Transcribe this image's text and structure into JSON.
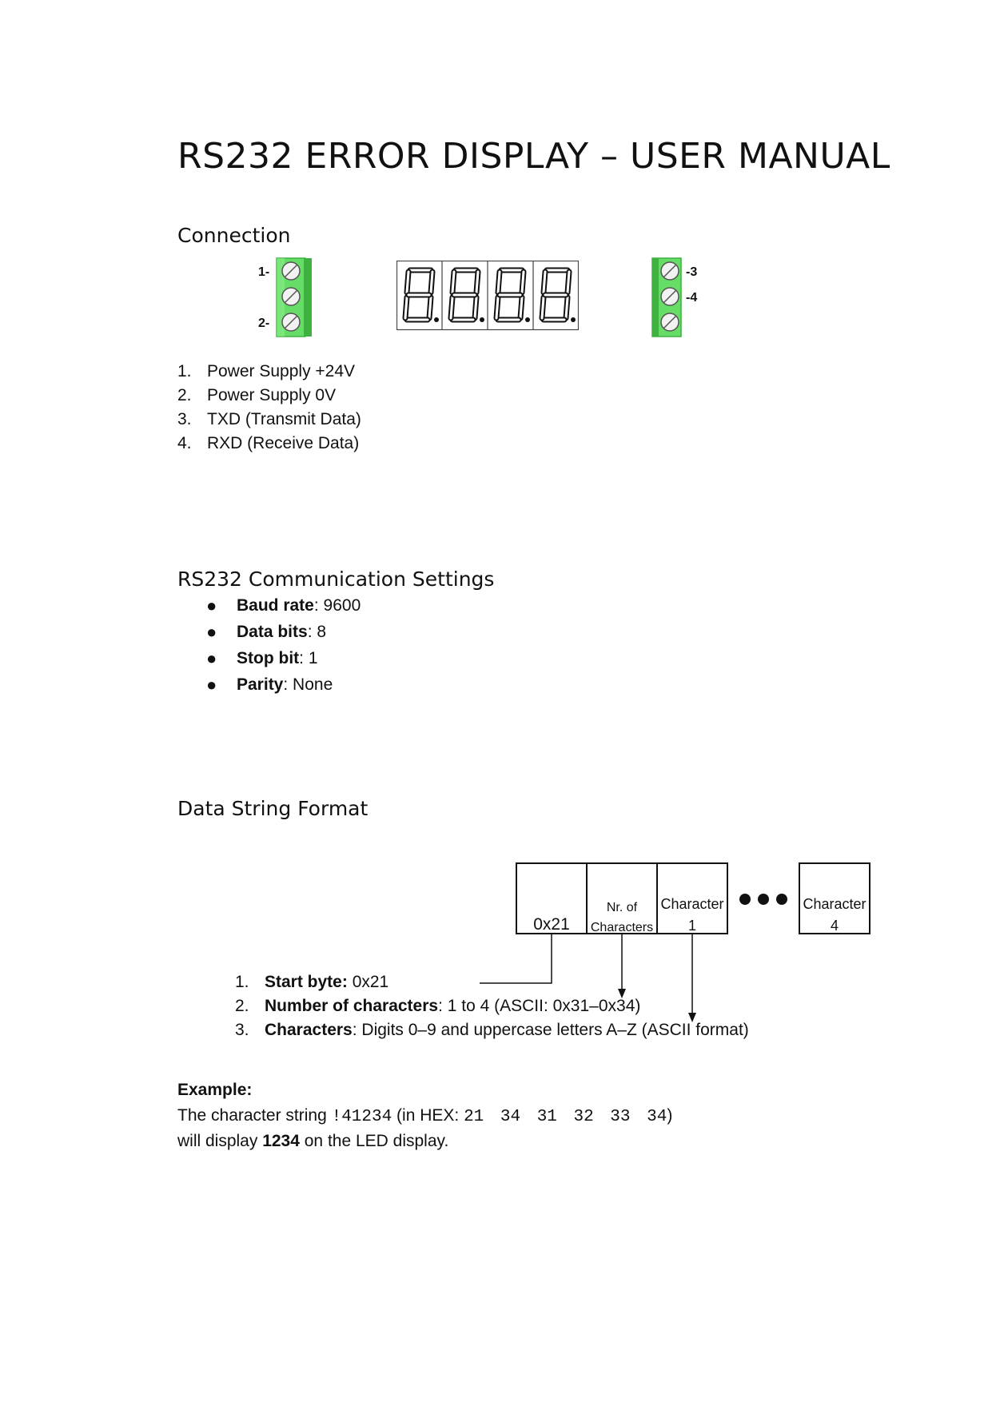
{
  "title": "RS232 ERROR DISPLAY – USER MANUAL",
  "connection": {
    "heading": "Connection",
    "left_terminal": {
      "pin_top": "1-",
      "pin_bottom": "2-"
    },
    "right_terminal": {
      "pin_top": "-3",
      "pin_mid": "-4"
    },
    "digits": [
      "8.",
      "8.",
      "8.",
      "8."
    ],
    "items": [
      {
        "num": "1.",
        "text": "Power Supply +24V"
      },
      {
        "num": "2.",
        "text": "Power Supply 0V"
      },
      {
        "num": "3.",
        "text": "TXD (Transmit Data)"
      },
      {
        "num": "4.",
        "text": "RXD (Receive Data)"
      }
    ],
    "colors": {
      "terminal_green": "#66dd66",
      "terminal_dark": "#3fb13f"
    }
  },
  "settings": {
    "heading": "RS232 Communication Settings",
    "items": [
      {
        "key": "Baud rate",
        "value": ": 9600"
      },
      {
        "key": "Data bits",
        "value": ": 8"
      },
      {
        "key": "Stop bit",
        "value": ": 1"
      },
      {
        "key": "Parity",
        "value": ": None"
      }
    ]
  },
  "format": {
    "heading": "Data String Format",
    "diagram": {
      "box_start": "0x21",
      "box_count_line1": "Nr. of",
      "box_count_line2": "Characters",
      "box_char1_line1": "Character",
      "box_char1_line2": "1",
      "box_char4_line1": "Character",
      "box_char4_line2": "4"
    },
    "items": [
      {
        "num": "1.",
        "key": "Start byte:",
        "value": " 0x21"
      },
      {
        "num": "2.",
        "key": "Number of characters",
        "value": ": 1 to 4 (ASCII: 0x31–0x34)"
      },
      {
        "num": "3.",
        "key": "Characters",
        "value": ": Digits 0–9 and uppercase letters A–Z (ASCII format)"
      }
    ]
  },
  "example": {
    "label": "Example:",
    "line1_prefix": "The character string ",
    "line1_code": "!41234",
    "line1_mid": " (in HEX: ",
    "line1_hex": "21 34 31 32 33 34",
    "line1_suffix": ")",
    "line2_prefix": "will display ",
    "line2_bold": "1234",
    "line2_suffix": " on the LED display."
  }
}
